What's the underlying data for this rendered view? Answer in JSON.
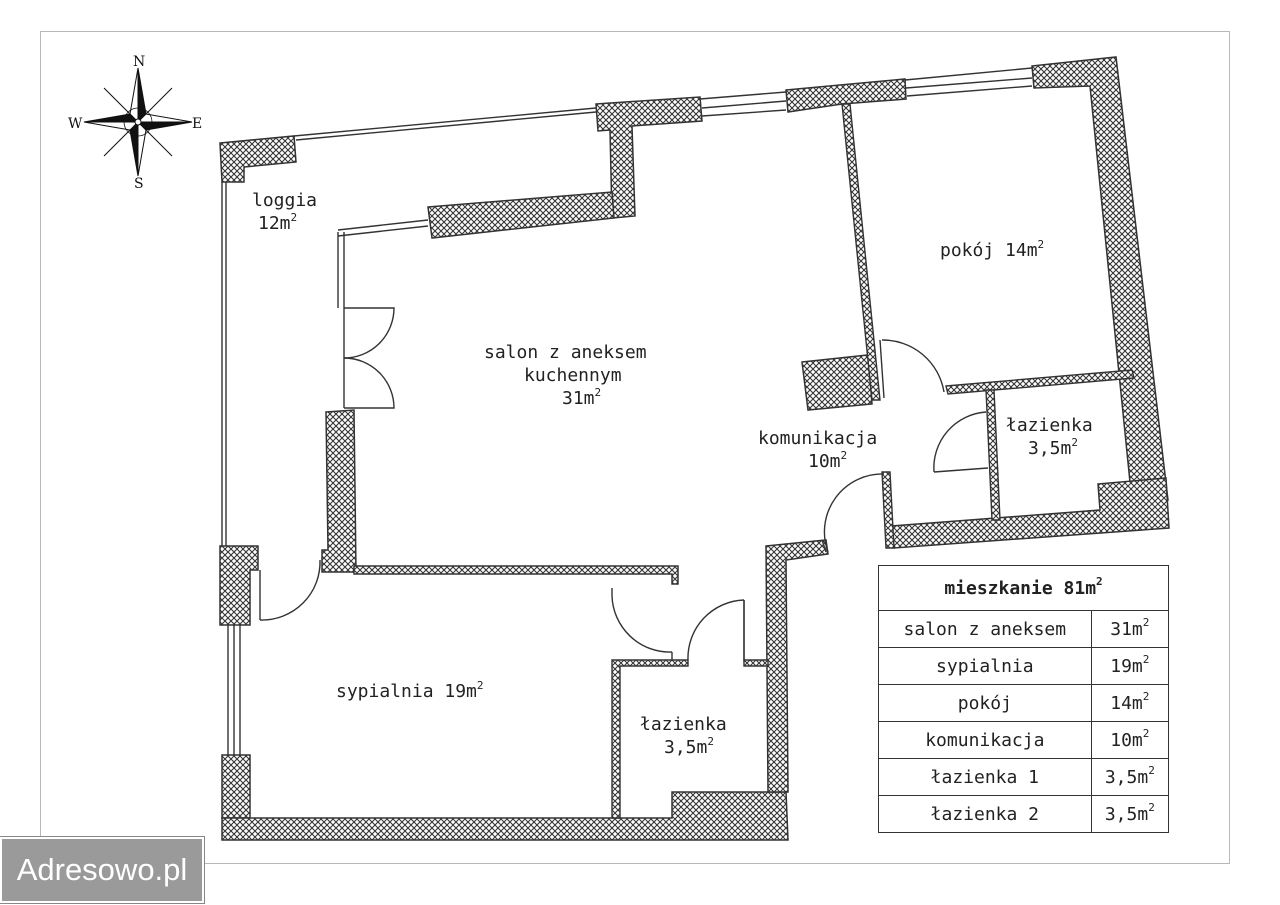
{
  "rooms": [
    {
      "id": "loggia",
      "name": "loggia",
      "area": "12m",
      "sup": "2"
    },
    {
      "id": "salon",
      "name_line1": "salon z aneksem",
      "name_line2": "kuchennym",
      "area": "31m",
      "sup": "2"
    },
    {
      "id": "pokoj",
      "name": "pokój 14m",
      "sup": "2"
    },
    {
      "id": "komunikacja",
      "name": "komunikacja",
      "area": "10m",
      "sup": "2"
    },
    {
      "id": "lazienka-right",
      "name": "łazienka",
      "area": "3,5m",
      "sup": "2"
    },
    {
      "id": "sypialnia",
      "name": "sypialnia 19m",
      "sup": "2"
    },
    {
      "id": "lazienka-bottom",
      "name": "łazienka",
      "area": "3,5m",
      "sup": "2"
    }
  ],
  "compass": {
    "n": "N",
    "s": "S",
    "e": "E",
    "w": "W"
  },
  "legend": {
    "title": "mieszkanie 81m",
    "title_sup": "2",
    "rows": [
      {
        "room": "salon z aneksem",
        "area": "31m",
        "sup": "2"
      },
      {
        "room": "sypialnia",
        "area": "19m",
        "sup": "2"
      },
      {
        "room": "pokój",
        "area": "14m",
        "sup": "2"
      },
      {
        "room": "komunikacja",
        "area": "10m",
        "sup": "2"
      },
      {
        "room": "łazienka 1",
        "area": "3,5m",
        "sup": "2"
      },
      {
        "room": "łazienka 2",
        "area": "3,5m",
        "sup": "2"
      }
    ]
  },
  "watermark": "Adresowo.pl"
}
